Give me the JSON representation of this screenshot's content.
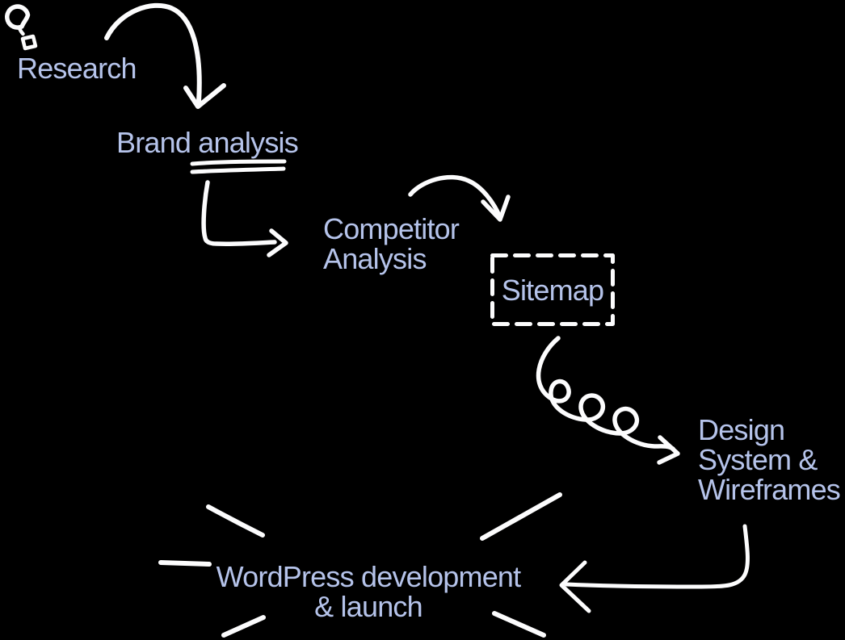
{
  "colors": {
    "background": "#000000",
    "text": "#b5c3ea",
    "stroke": "#fcfcfd"
  },
  "nodes": {
    "research": {
      "label": "Research"
    },
    "brand_analysis": {
      "label": "Brand analysis"
    },
    "competitor_analysis": {
      "label": "Competitor\nAnalysis"
    },
    "sitemap": {
      "label": "Sitemap"
    },
    "design_system": {
      "label": "Design\nSystem &\nWireframes"
    },
    "wordpress": {
      "label": "WordPress development\n& launch"
    }
  },
  "icons": {
    "lightbulb": "💡 hand-drawn lightbulb sketch"
  },
  "connectors": [
    {
      "from": "research",
      "to": "brand_analysis",
      "style": "curved-arrow"
    },
    {
      "from": "brand_analysis",
      "to": "competitor_analysis",
      "style": "elbow-arrow"
    },
    {
      "from": "competitor_analysis",
      "to": "sitemap",
      "style": "arc-arrow"
    },
    {
      "from": "sitemap",
      "to": "design_system",
      "style": "coil-arrow"
    },
    {
      "from": "design_system",
      "to": "wordpress",
      "style": "elbow-arrow-left"
    }
  ],
  "decorations": [
    {
      "target": "brand_analysis",
      "style": "double-underline"
    },
    {
      "target": "sitemap",
      "style": "dashed-box"
    },
    {
      "target": "wordpress",
      "style": "emphasis-burst-lines"
    }
  ]
}
